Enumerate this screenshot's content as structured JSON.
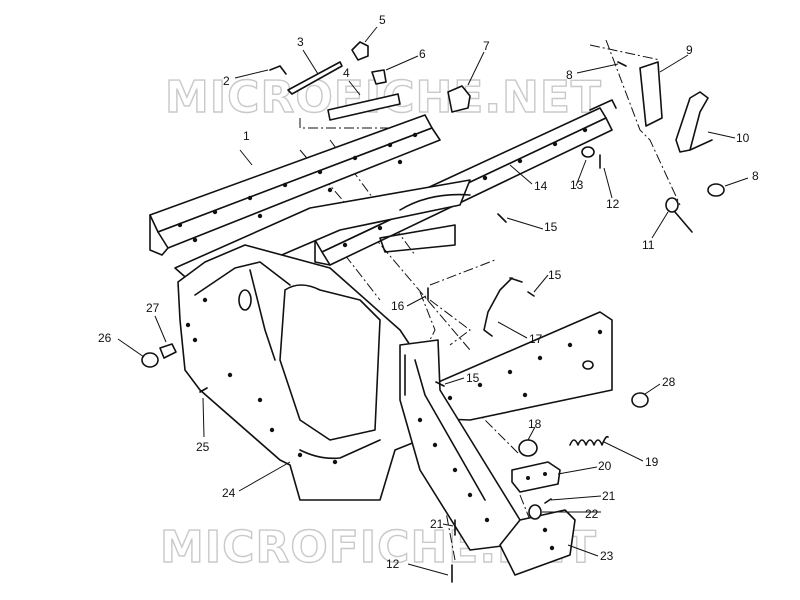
{
  "watermark": "MICROFICHE.NET",
  "callouts": [
    "1",
    "2",
    "3",
    "4",
    "5",
    "6",
    "7",
    "8",
    "8",
    "9",
    "10",
    "11",
    "12",
    "12",
    "13",
    "14",
    "15",
    "15",
    "15",
    "16",
    "17",
    "18",
    "19",
    "20",
    "21",
    "21",
    "22",
    "23",
    "24",
    "25",
    "26",
    "27",
    "28"
  ]
}
